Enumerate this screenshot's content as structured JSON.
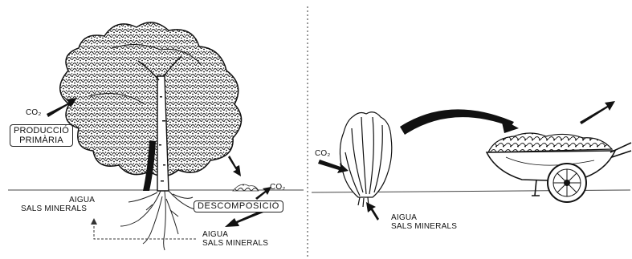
{
  "left_panel": {
    "co2_left": "CO₂",
    "produccio_primaria": [
      "PRODUCCIÓ",
      "PRIMÀRIA"
    ],
    "co2_ground": "CO₂",
    "descomposicio": "DESCOMPOSICIÓ",
    "aigua_left": "AIGUA",
    "sals_left": "SALS MINERALS",
    "aigua_bottom": "AIGUA",
    "sals_bottom": "SALS MINERALS"
  },
  "right_panel": {
    "co2": "CO₂",
    "aigua": "AIGUA",
    "sals": "SALS MINERALS"
  },
  "colors": {
    "ink": "#111111",
    "background": "#ffffff",
    "foliage": "#2a2a2a"
  },
  "icons": [
    "tree",
    "roots",
    "arrow",
    "dashed-arrow",
    "lettuce",
    "wheelbarrow",
    "divider"
  ]
}
